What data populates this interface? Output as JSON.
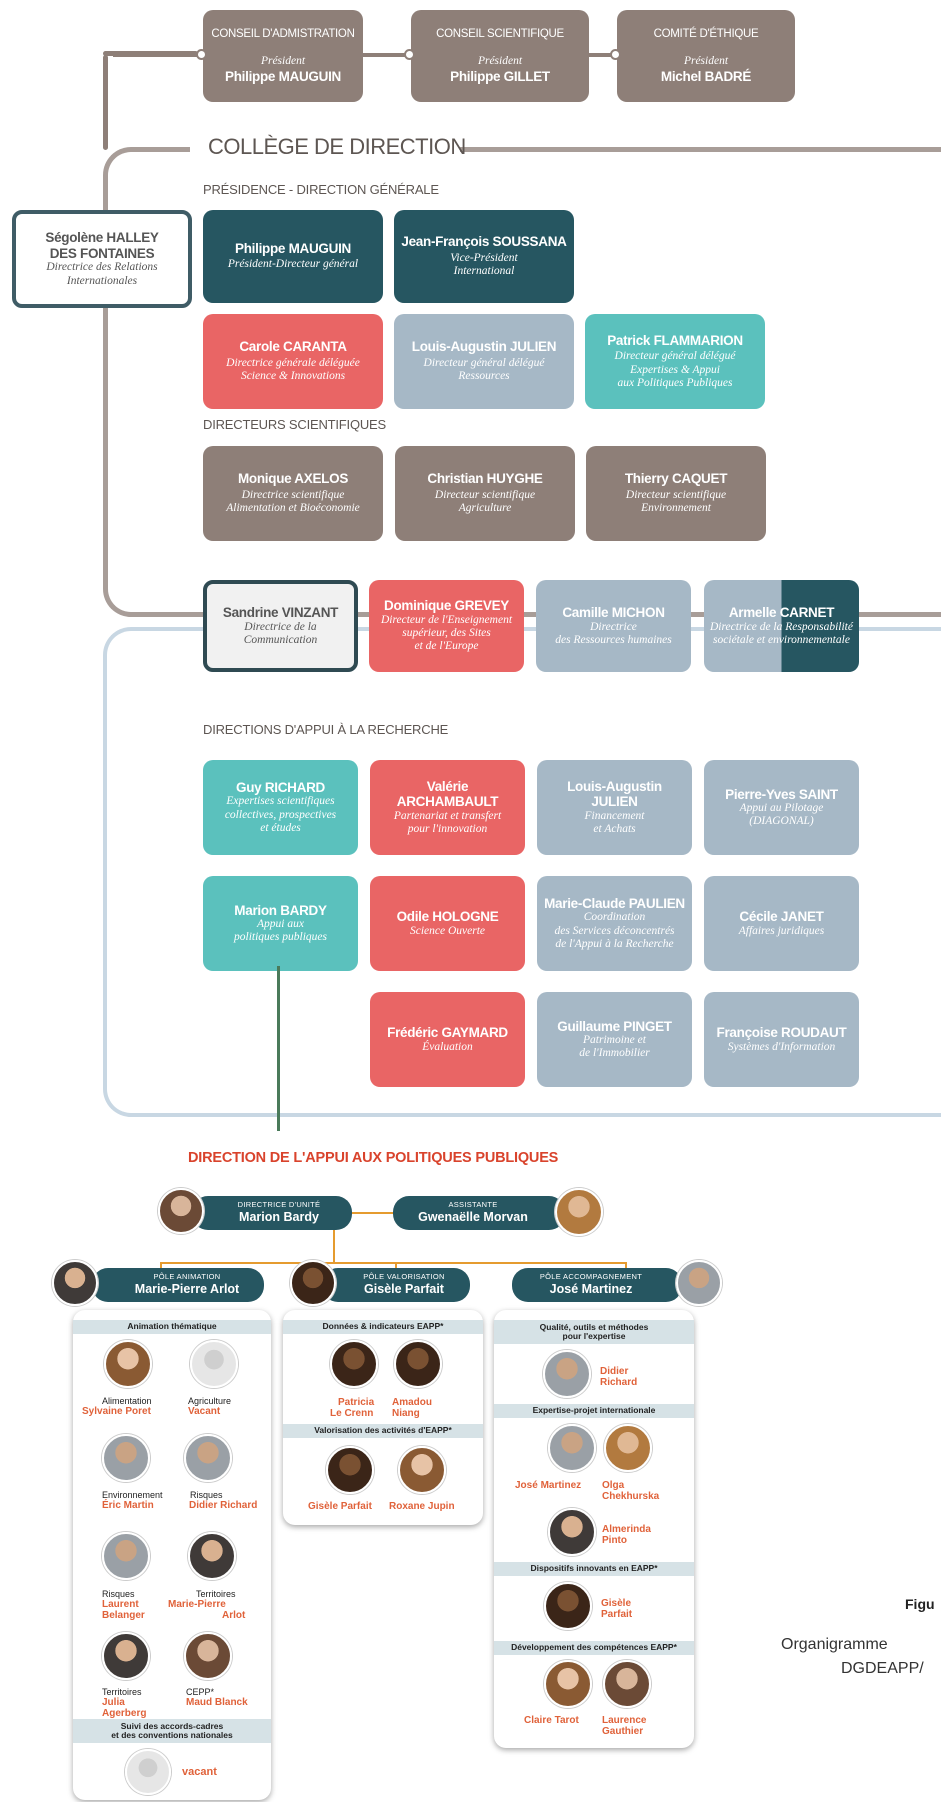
{
  "top_councils": [
    {
      "title": "CONSEIL D'ADMISTRATION",
      "role": "Président",
      "name": "Philippe MAUGUIN"
    },
    {
      "title": "CONSEIL SCIENTIFIQUE",
      "role": "Président",
      "name": "Philippe GILLET"
    },
    {
      "title": "COMITÉ D'ÉTHIQUE",
      "role": "Président",
      "name": "Michel BADRÉ"
    }
  ],
  "college_title": "COLLÈGE DE DIRECTION",
  "presidence_label": "PRÉSIDENCE - DIRECTION GÉNÉRALE",
  "relations_int": {
    "name1": "Ségolène HALLEY",
    "name2": "DES FONTAINES",
    "role1": "Directrice des Relations",
    "role2": "Internationales"
  },
  "presidence": [
    {
      "name": "Philippe MAUGUIN",
      "role": "Président-Directeur général"
    },
    {
      "name": "Jean-François SOUSSANA",
      "role1": "Vice-Président",
      "role2": "International"
    }
  ],
  "dg_delegues": [
    {
      "name": "Carole CARANTA",
      "role1": "Directrice générale déléguée",
      "role2": "Science & Innovations"
    },
    {
      "name": "Louis-Augustin JULIEN",
      "role1": "Directeur général délégué",
      "role2": "Ressources"
    },
    {
      "name": "Patrick FLAMMARION",
      "role1": "Directeur général délégué",
      "role2": "Expertises & Appui",
      "role3": "aux Politiques Publiques"
    }
  ],
  "dir_sci_label": "DIRECTEURS SCIENTIFIQUES",
  "dir_sci": [
    {
      "name": "Monique AXELOS",
      "role1": "Directrice scientifique",
      "role2": "Alimentation et Bioéconomie"
    },
    {
      "name": "Christian HUYGHE",
      "role1": "Directeur scientifique",
      "role2": "Agriculture"
    },
    {
      "name": "Thierry CAQUET",
      "role1": "Directeur scientifique",
      "role2": "Environnement"
    }
  ],
  "boundary_row": [
    {
      "name": "Sandrine VINZANT",
      "role1": "Directrice de la",
      "role2": "Communication"
    },
    {
      "name": "Dominique GREVEY",
      "role1": "Directeur de l'Enseignement",
      "role2": "supérieur, des Sites",
      "role3": "et de l'Europe"
    },
    {
      "name": "Camille MICHON",
      "role1": "Directrice",
      "role2": "des Ressources humaines"
    },
    {
      "name": "Armelle CARNET",
      "role1": "Directrice de la Responsabilité",
      "role2": "sociétale et environnementale"
    }
  ],
  "appui_label": "DIRECTIONS D'APPUI À LA RECHERCHE",
  "appui": [
    {
      "name": "Guy RICHARD",
      "role1": "Expertises scientifiques",
      "role2": "collectives, prospectives",
      "role3": "et études"
    },
    {
      "name": "Valérie ARCHAMBAULT",
      "role1": "Partenariat et transfert",
      "role2": "pour l'innovation"
    },
    {
      "name": "Louis-Augustin JULIEN",
      "role1": "Financement",
      "role2": "et Achats"
    },
    {
      "name": "Pierre-Yves SAINT",
      "role1": "Appui au Pilotage",
      "role2": "(DIAGONAL)"
    },
    {
      "name": "Marion BARDY",
      "role1": "Appui aux",
      "role2": "politiques publiques"
    },
    {
      "name": "Odile HOLOGNE",
      "role1": "Science Ouverte"
    },
    {
      "name": "Marie-Claude PAULIEN",
      "role1": "Coordination",
      "role2": "des Services déconcentrés",
      "role3": "de l'Appui à la Recherche"
    },
    {
      "name": "Cécile JANET",
      "role1": "Affaires juridiques"
    },
    {
      "name": "Frédéric GAYMARD",
      "role1": "Évaluation"
    },
    {
      "name": "Guillaume PINGET",
      "role1": "Patrimoine et",
      "role2": "de l'Immobilier"
    },
    {
      "name": "Françoise ROUDAUT",
      "role1": "Systèmes d'Information"
    }
  ],
  "dapp_title": "DIRECTION DE L'APPUI AUX POLITIQUES PUBLIQUES",
  "dapp_head": [
    {
      "role": "DIRECTRICE D'UNITÉ",
      "name": "Marion Bardy"
    },
    {
      "role": "ASSISTANTE",
      "name": "Gwenaëlle Morvan"
    }
  ],
  "poles": [
    {
      "role": "PÔLE ANIMATION",
      "name": "Marie-Pierre Arlot"
    },
    {
      "role": "PÔLE VALORISATION",
      "name": "Gisèle Parfait"
    },
    {
      "role": "PÔLE ACCOMPAGNEMENT",
      "name": "José Martinez"
    }
  ],
  "animation": {
    "band1": "Animation thématique",
    "people": [
      {
        "role": "Alimentation",
        "name": "Sylvaine Poret"
      },
      {
        "role": "Agriculture",
        "name": "Vacant"
      },
      {
        "role": "Environnement",
        "name": "Éric Martin"
      },
      {
        "role": "Risques",
        "name": "Didier Richard"
      },
      {
        "role": "Risques",
        "name1": "Laurent",
        "name2": "Belanger"
      },
      {
        "role": "Territoires",
        "name1": "Marie-Pierre",
        "name2": "Arlot"
      },
      {
        "role": "Territoires",
        "name1": "Julia",
        "name2": "Agerberg"
      },
      {
        "role": "CEPP*",
        "name": "Maud Blanck"
      }
    ],
    "band2_1": "Suivi des accords-cadres",
    "band2_2": "et des conventions nationales",
    "last": "vacant"
  },
  "valorisation": {
    "band1": "Données & indicateurs EAPP*",
    "people1": [
      {
        "name1": "Patricia",
        "name2": "Le Crenn"
      },
      {
        "name1": "Amadou",
        "name2": "Niang"
      }
    ],
    "band2": "Valorisation des activités d'EAPP*",
    "people2": [
      {
        "name": "Gisèle Parfait"
      },
      {
        "name": "Roxane Jupin"
      }
    ]
  },
  "accompagnement": {
    "band1_1": "Qualité, outils et méthodes",
    "band1_2": "pour l'expertise",
    "p1": {
      "name1": "Didier",
      "name2": "Richard"
    },
    "band2": "Expertise-projet internationale",
    "p2": {
      "name": "José Martinez"
    },
    "p3": {
      "name1": "Olga",
      "name2": "Chekhurska"
    },
    "p4": {
      "name1": "Almerinda",
      "name2": "Pinto"
    },
    "band3": "Dispositifs innovants en EAPP*",
    "p5": {
      "name1": "Gisèle",
      "name2": "Parfait"
    },
    "band4": "Développement des compétences EAPP*",
    "p6": {
      "name": "Claire Tarot"
    },
    "p7": {
      "name1": "Laurence",
      "name2": "Gauthier"
    }
  },
  "side_caption": {
    "fig": "Figu",
    "line1": "Organigramme",
    "line2": "DGDEAPP/"
  },
  "colors": {
    "taupe": "#8e7f78",
    "dark_teal": "#265661",
    "coral": "#e96565",
    "blue_gray": "#a6b8c6",
    "teal": "#5bc1bd",
    "orange": "#e59b2f",
    "title_red": "#d9432c"
  }
}
